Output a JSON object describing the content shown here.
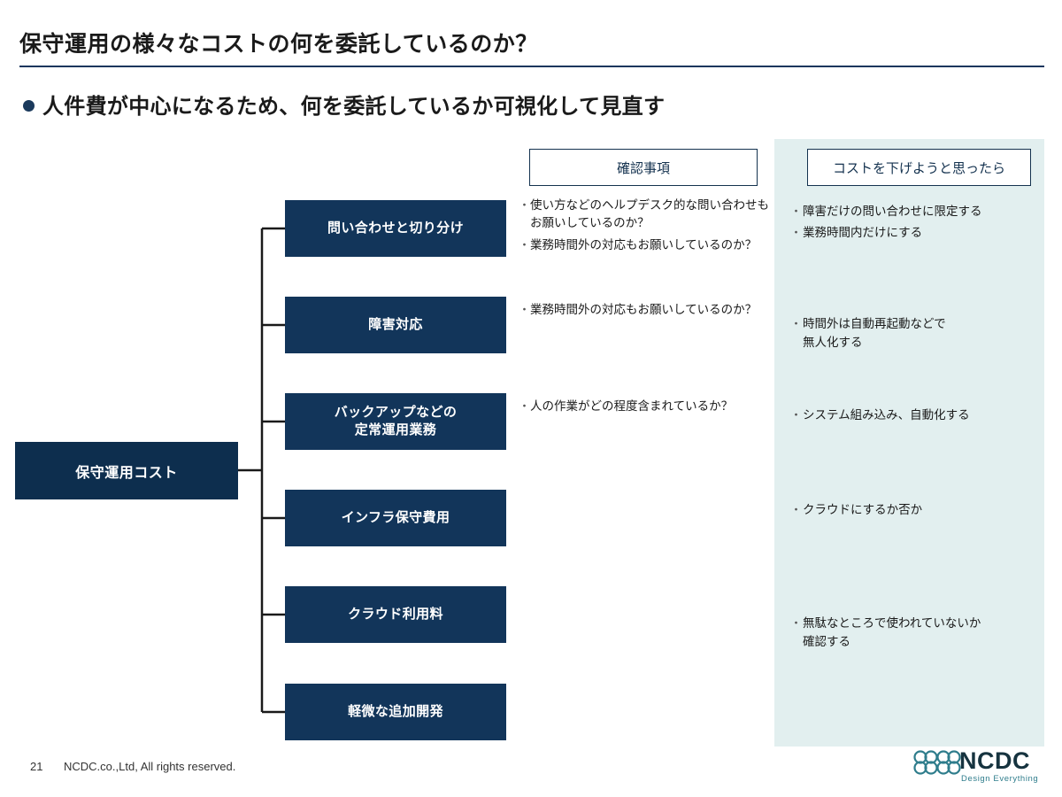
{
  "slide": {
    "title": "保守運用の様々なコストの何を委託しているのか？",
    "subtitle": "人件費が中心になるため、何を委託しているか可視化して見直す",
    "page_number": "21",
    "footer": "NCDC.co.,Ltd, All rights reserved.",
    "logo_text": "NCDC",
    "logo_tagline": "Design Everything",
    "colors": {
      "title_rule": "#17365d",
      "root_box": "#0d2e4e",
      "node_box": "#12355a",
      "panel_bg": "#e2efef",
      "header_border": "#14324f",
      "logo": "#16333f"
    }
  },
  "columns": {
    "check_header": "確認事項",
    "reduce_header": "コストを下げようと思ったら"
  },
  "root": {
    "label": "保守運用コスト"
  },
  "nodes": [
    {
      "label": "問い合わせと切り分け"
    },
    {
      "label": "障害対応"
    },
    {
      "label": "バックアップなどの\n定常運用業務"
    },
    {
      "label": "インフラ保守費用"
    },
    {
      "label": "クラウド利用料"
    },
    {
      "label": "軽微な追加開発"
    }
  ],
  "check_items": [
    [
      "使い方などのヘルプデスク的な問い合わせもお願いしているのか？",
      "業務時間外の対応もお願いしているのか？"
    ],
    [
      "業務時間外の対応もお願いしているのか？"
    ],
    [
      "人の作業がどの程度含まれているか？"
    ],
    [],
    [],
    []
  ],
  "reduce_items": [
    [
      "障害だけの問い合わせに限定する",
      "業務時間内だけにする"
    ],
    [
      "時間外は自動再起動などで\n無人化する"
    ],
    [
      "システム組み込み、自動化する"
    ],
    [
      "クラウドにするか否か"
    ],
    [
      "無駄なところで使われていないか\n確認する"
    ],
    []
  ]
}
